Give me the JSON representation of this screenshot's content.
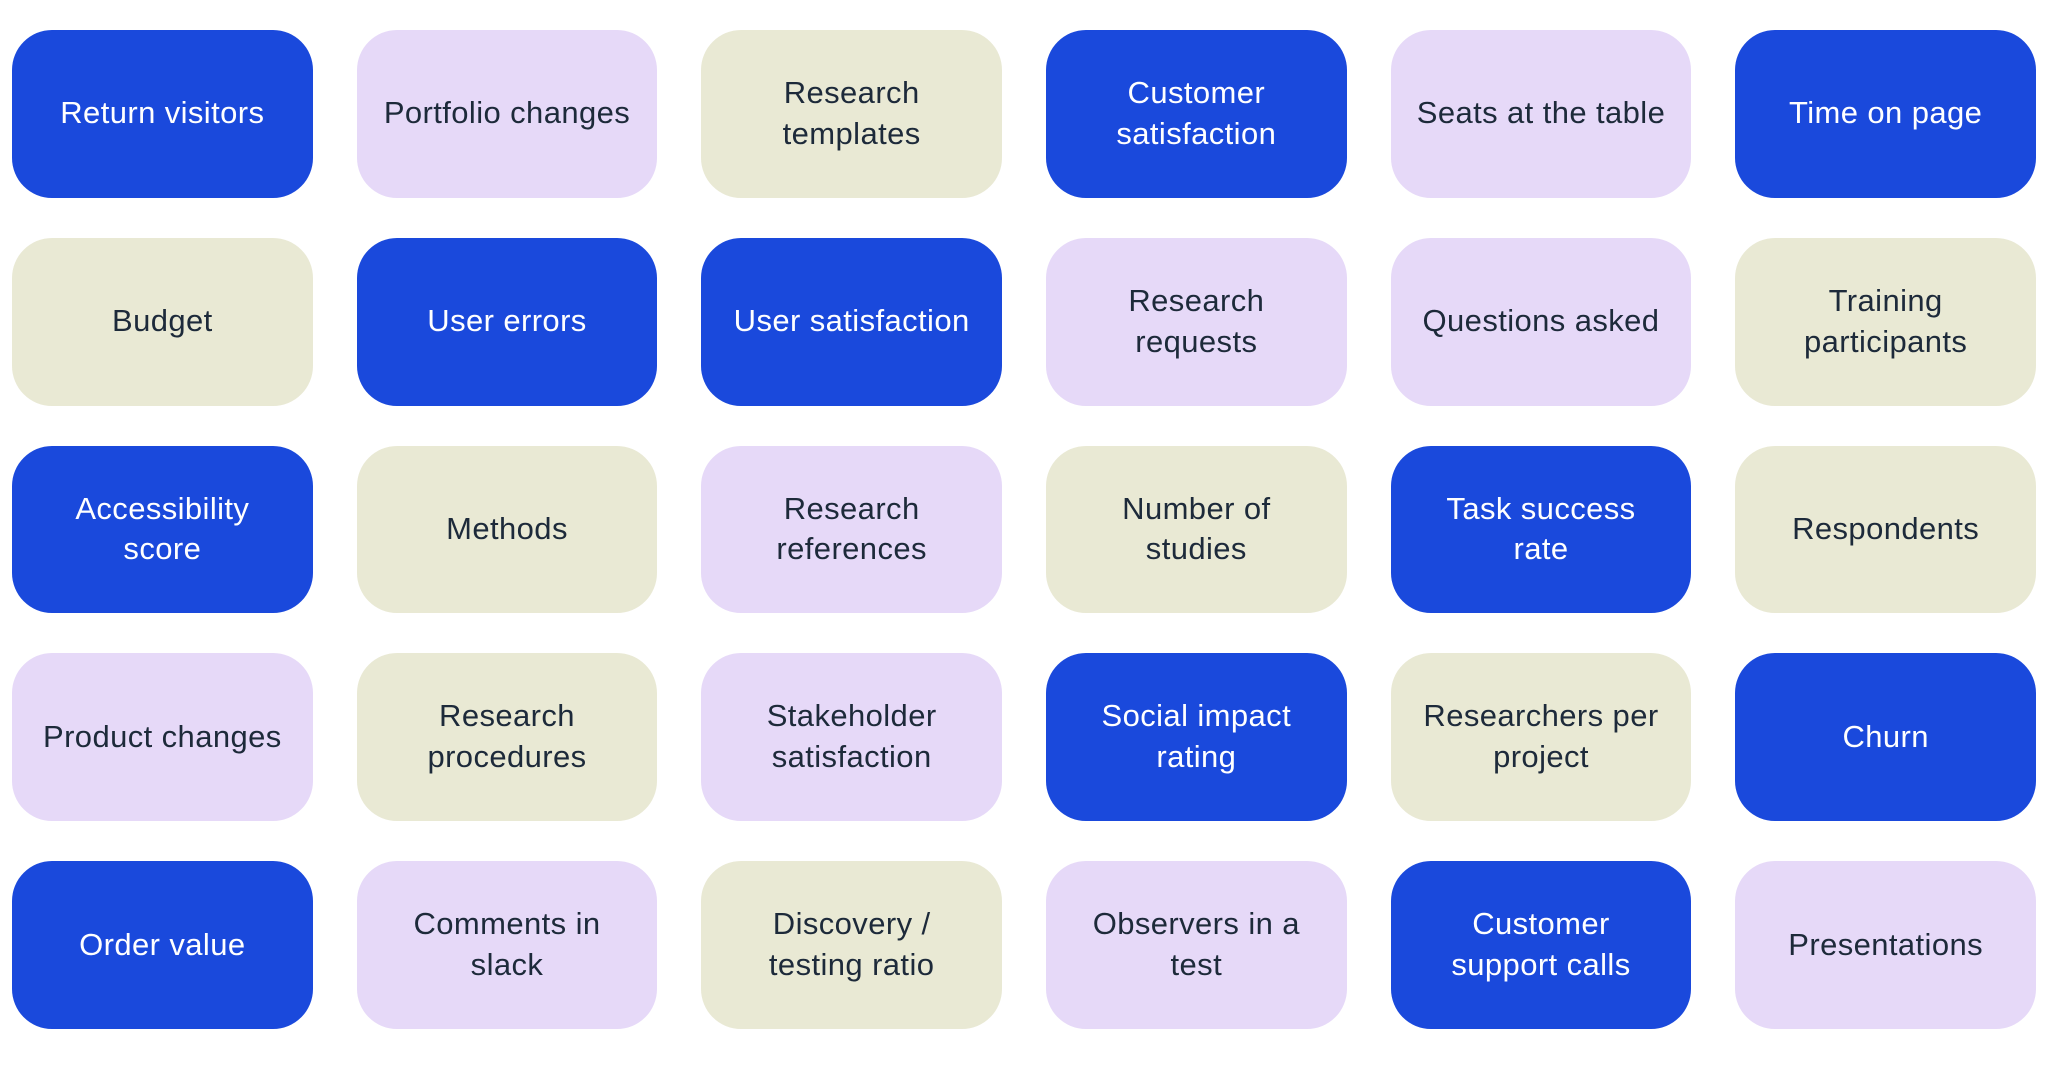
{
  "palette": {
    "background": "#ffffff",
    "blue": "#1a49dc",
    "lavender": "#e6d9f8",
    "beige": "#e9e9d4",
    "text_dark": "#1d2a3a",
    "text_light": "#ffffff"
  },
  "grid": {
    "columns": 6,
    "rows": 5
  },
  "tiles": [
    {
      "label": "Return visitors",
      "variant": "blue"
    },
    {
      "label": "Portfolio changes",
      "variant": "lavender"
    },
    {
      "label": "Research templates",
      "variant": "beige"
    },
    {
      "label": "Customer satisfaction",
      "variant": "blue"
    },
    {
      "label": "Seats at the table",
      "variant": "lavender"
    },
    {
      "label": "Time on page",
      "variant": "blue"
    },
    {
      "label": "Budget",
      "variant": "beige"
    },
    {
      "label": "User errors",
      "variant": "blue"
    },
    {
      "label": "User satisfaction",
      "variant": "blue"
    },
    {
      "label": "Research requests",
      "variant": "lavender"
    },
    {
      "label": "Questions asked",
      "variant": "lavender"
    },
    {
      "label": "Training participants",
      "variant": "beige"
    },
    {
      "label": "Accessibility score",
      "variant": "blue"
    },
    {
      "label": "Methods",
      "variant": "beige"
    },
    {
      "label": "Research references",
      "variant": "lavender"
    },
    {
      "label": "Number of studies",
      "variant": "beige"
    },
    {
      "label": "Task success rate",
      "variant": "blue"
    },
    {
      "label": "Respondents",
      "variant": "beige"
    },
    {
      "label": "Product changes",
      "variant": "lavender"
    },
    {
      "label": "Research procedures",
      "variant": "beige"
    },
    {
      "label": "Stakeholder satisfaction",
      "variant": "lavender"
    },
    {
      "label": "Social impact rating",
      "variant": "blue"
    },
    {
      "label": "Researchers per project",
      "variant": "beige"
    },
    {
      "label": "Churn",
      "variant": "blue"
    },
    {
      "label": "Order value",
      "variant": "blue"
    },
    {
      "label": "Comments in slack",
      "variant": "lavender"
    },
    {
      "label": "Discovery / testing ratio",
      "variant": "beige"
    },
    {
      "label": "Observers in a test",
      "variant": "lavender"
    },
    {
      "label": "Customer support calls",
      "variant": "blue"
    },
    {
      "label": "Presentations",
      "variant": "lavender"
    }
  ]
}
